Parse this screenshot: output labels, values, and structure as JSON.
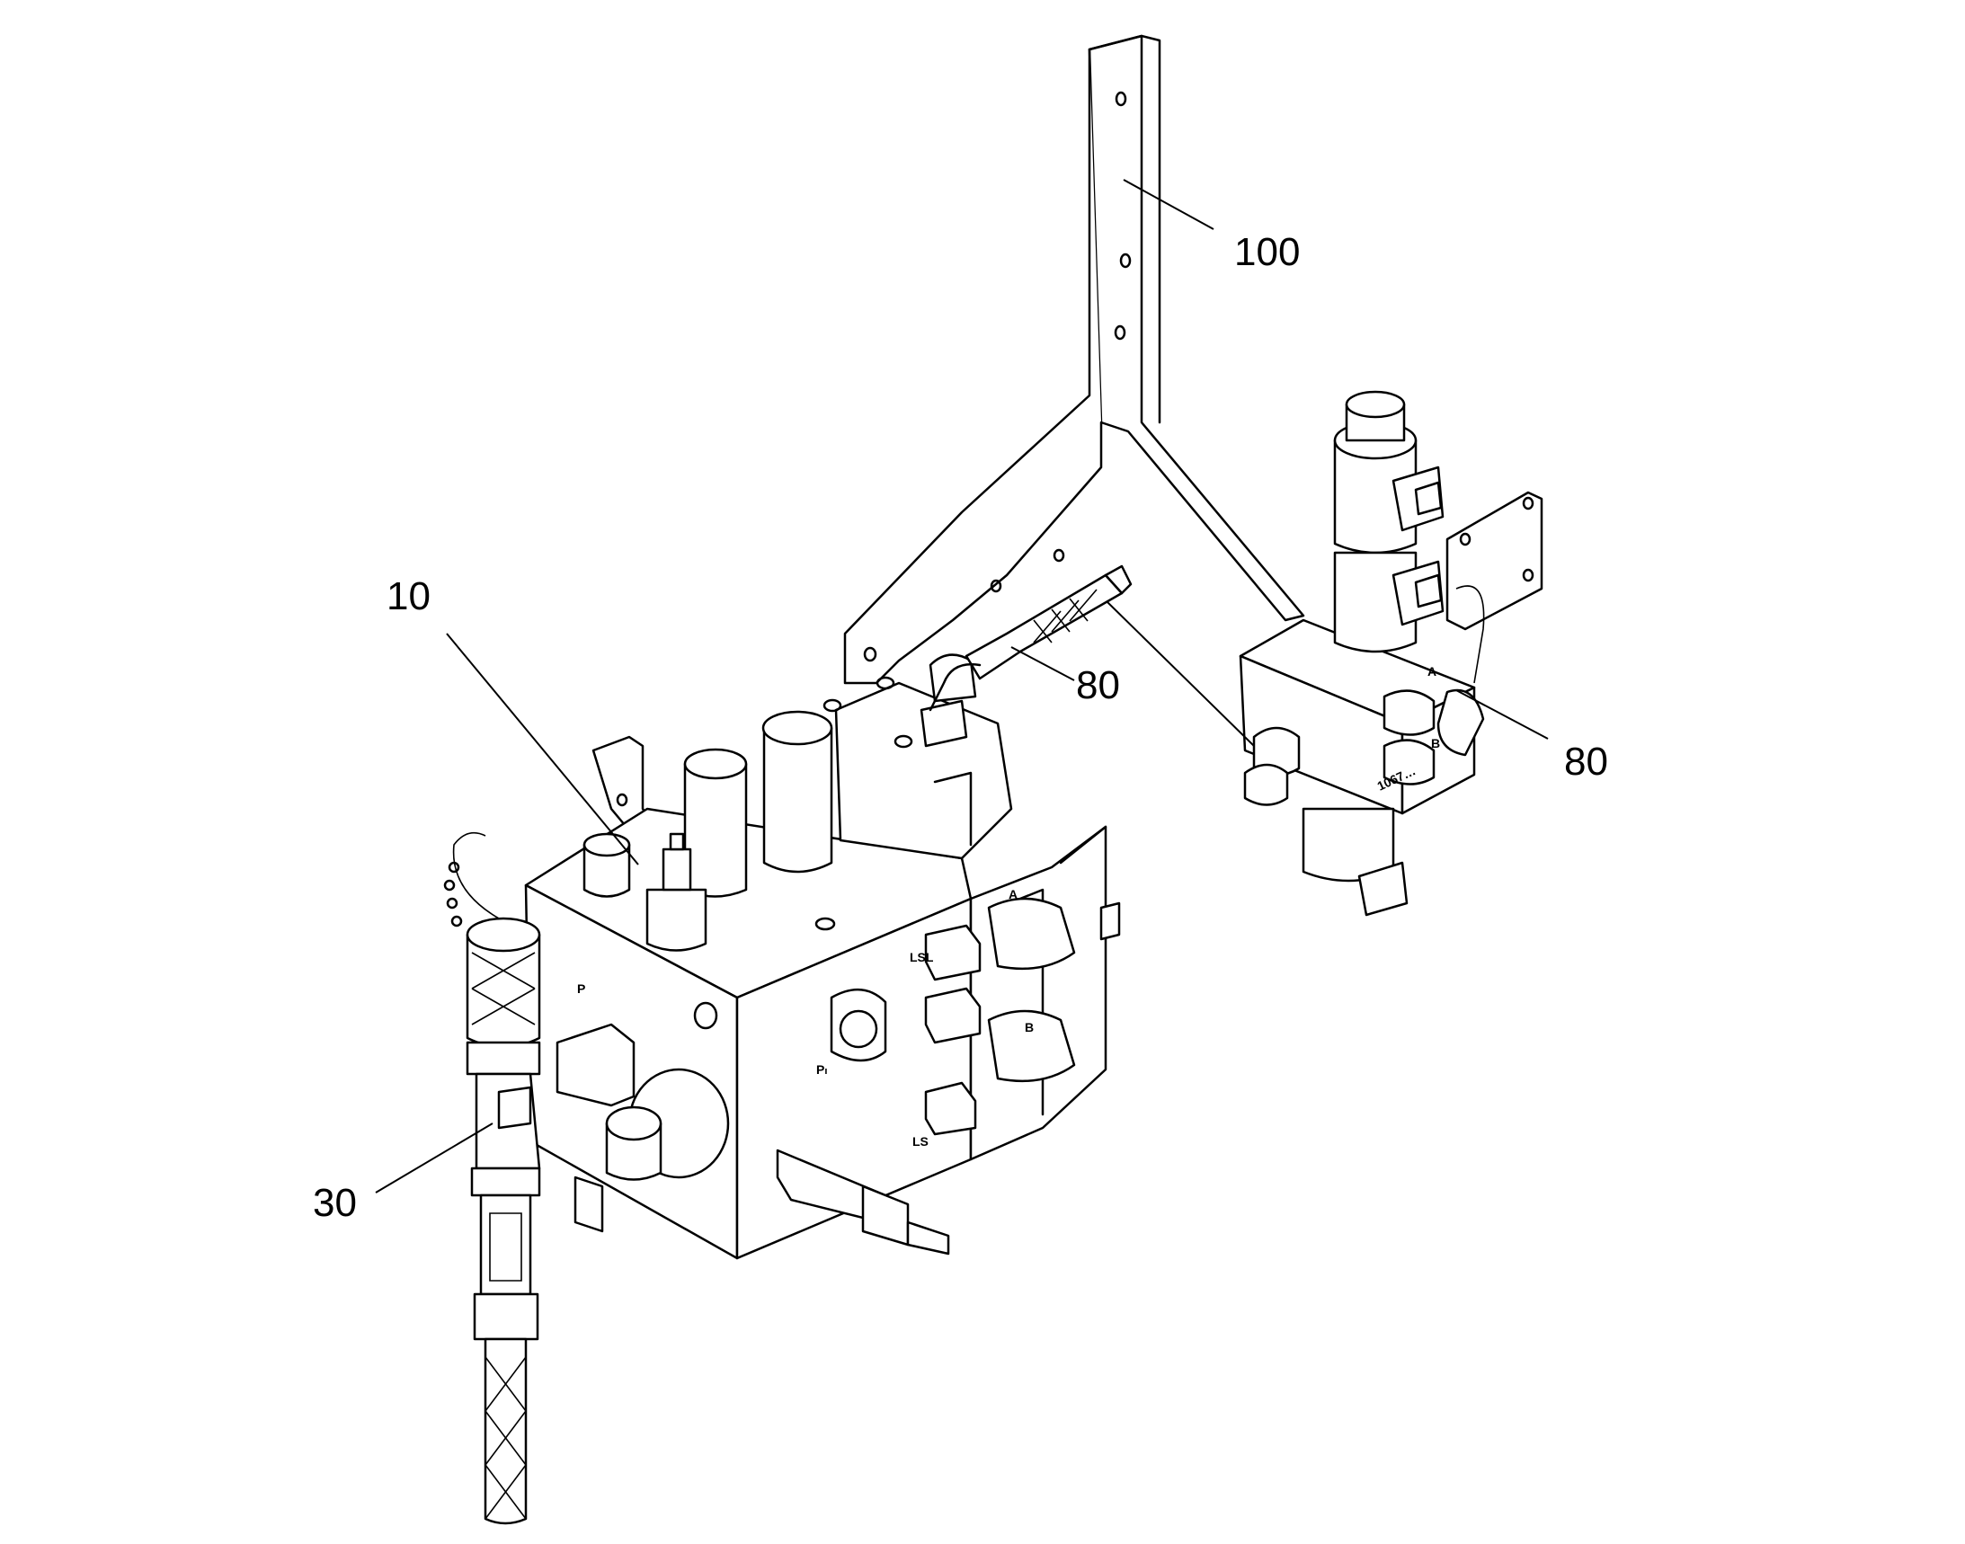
{
  "callouts": [
    {
      "id": "100",
      "label": "100"
    },
    {
      "id": "10",
      "label": "10"
    },
    {
      "id": "80a",
      "label": "80"
    },
    {
      "id": "80b",
      "label": "80"
    },
    {
      "id": "30",
      "label": "30"
    }
  ],
  "port_marks": {
    "p": "P",
    "pl": "Pₗ",
    "lsl": "LSL",
    "ls": "LS",
    "a": "A",
    "b": "B"
  },
  "valve_part_number": "1067…",
  "colors": {
    "ink": "#000000",
    "paper": "#ffffff"
  }
}
